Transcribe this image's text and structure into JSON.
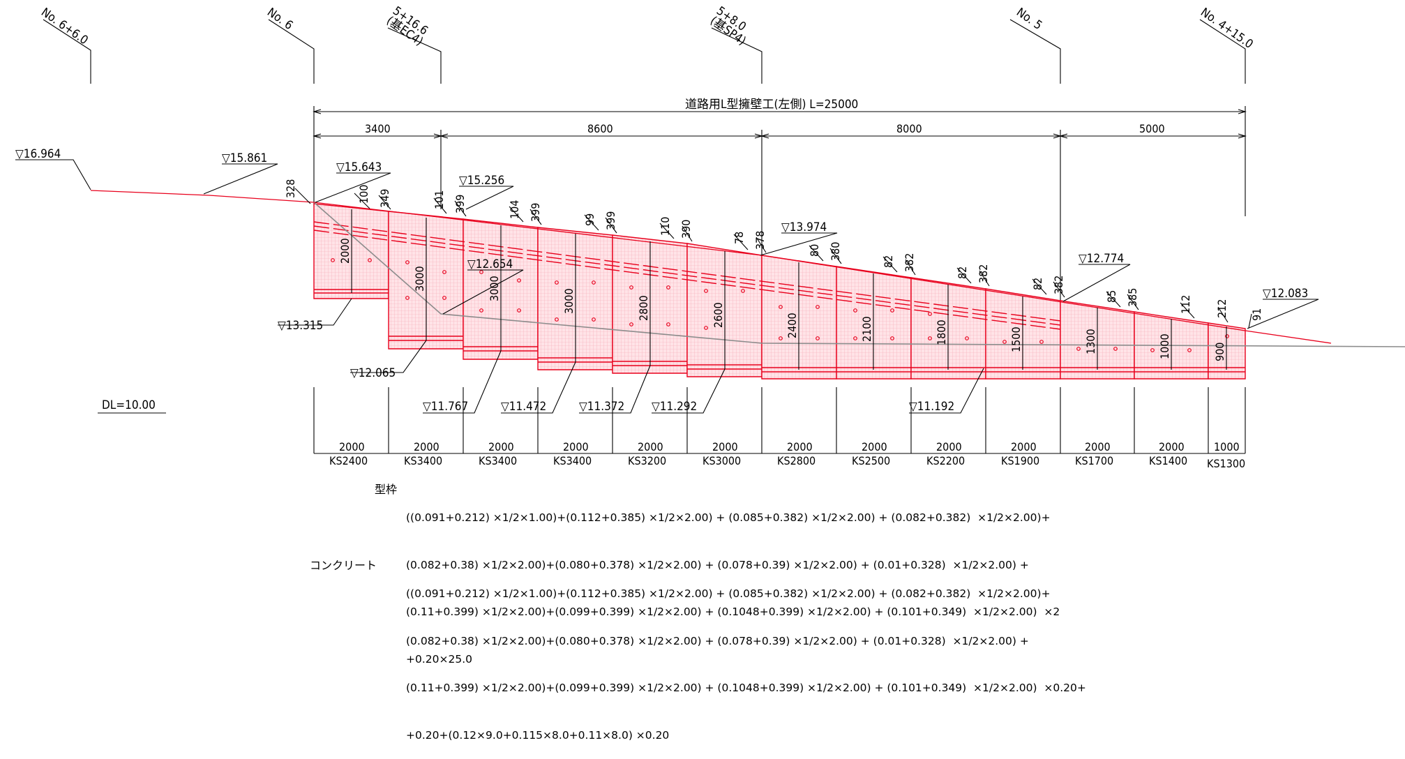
{
  "stations": [
    "No. 6+6.0",
    "No. 6",
    "5+16.6",
    "(基EC4)",
    "5+8.0",
    "(基SP4)",
    "No. 5",
    "No. 4+15.0"
  ],
  "wall_title": "道路用L型擁壁工(左側) L=25000",
  "segment_dims": [
    "3400",
    "8600",
    "8000",
    "5000"
  ],
  "elevations": {
    "e16964": "▽16.964",
    "e15861": "▽15.861",
    "e15643": "▽15.643",
    "e15256": "▽15.256",
    "e12654": "▽12.654",
    "e13974": "▽13.974",
    "e12774": "▽12.774",
    "e12083": "▽12.083",
    "e13315": "▽13.315",
    "e12065": "▽12.065",
    "e11767": "▽11.767",
    "e11472": "▽11.472",
    "e11372": "▽11.372",
    "e11292": "▽11.292",
    "e11192": "▽11.192"
  },
  "datum": "DL=10.00",
  "step_dims": [
    "328",
    "100",
    "349",
    "101",
    "399",
    "104",
    "399",
    "99",
    "399",
    "110",
    "390",
    "78",
    "378",
    "80",
    "380",
    "82",
    "382",
    "82",
    "382",
    "82",
    "382",
    "85",
    "385",
    "112",
    "212",
    "91"
  ],
  "wall_heights": [
    "2000",
    "3000",
    "3000",
    "3000",
    "2800",
    "2600",
    "2400",
    "2100",
    "1800",
    "1500",
    "1300",
    "1000",
    "900"
  ],
  "blocks": [
    {
      "len": "2000",
      "type": "KS2400"
    },
    {
      "len": "2000",
      "type": "KS3400"
    },
    {
      "len": "2000",
      "type": "KS3400"
    },
    {
      "len": "2000",
      "type": "KS3400"
    },
    {
      "len": "2000",
      "type": "KS3200"
    },
    {
      "len": "2000",
      "type": "KS3000"
    },
    {
      "len": "2000",
      "type": "KS2800"
    },
    {
      "len": "2000",
      "type": "KS2500"
    },
    {
      "len": "2000",
      "type": "KS2200"
    },
    {
      "len": "2000",
      "type": "KS1900"
    },
    {
      "len": "2000",
      "type": "KS1700"
    },
    {
      "len": "2000",
      "type": "KS1400"
    },
    {
      "len": "1000",
      "type": "KS1300"
    }
  ],
  "formwork": {
    "label": "型枠",
    "lines": [
      "((0.091+0.212) ×1/2×1.00)+(0.112+0.385) ×1/2×2.00) + (0.085+0.382) ×1/2×2.00) + (0.082+0.382)  ×1/2×2.00)+",
      "(0.082+0.38) ×1/2×2.00)+(0.080+0.378) ×1/2×2.00) + (0.078+0.39) ×1/2×2.00) + (0.01+0.328)  ×1/2×2.00) +",
      "(0.11+0.399) ×1/2×2.00)+(0.099+0.399) ×1/2×2.00) + (0.1048+0.399) ×1/2×2.00) + (0.101+0.349)  ×1/2×2.00)  ×2",
      "+0.20×25.0"
    ]
  },
  "concrete": {
    "label": "コンクリート",
    "lines": [
      "((0.091+0.212) ×1/2×1.00)+(0.112+0.385) ×1/2×2.00) + (0.085+0.382) ×1/2×2.00) + (0.082+0.382)  ×1/2×2.00)+",
      "(0.082+0.38) ×1/2×2.00)+(0.080+0.378) ×1/2×2.00) + (0.078+0.39) ×1/2×2.00) + (0.01+0.328)  ×1/2×2.00) +",
      "(0.11+0.399) ×1/2×2.00)+(0.099+0.399) ×1/2×2.00) + (0.1048+0.399) ×1/2×2.00) + (0.101+0.349)  ×1/2×2.00)  ×0.20+",
      "+0.20+(0.12×9.0+0.115×8.0+0.11×8.0) ×0.20"
    ]
  },
  "colors": {
    "wall": "#e8001c",
    "wall_fill": "#ffd0d6",
    "ground": "#8c8c8c",
    "ink": "#000000"
  }
}
